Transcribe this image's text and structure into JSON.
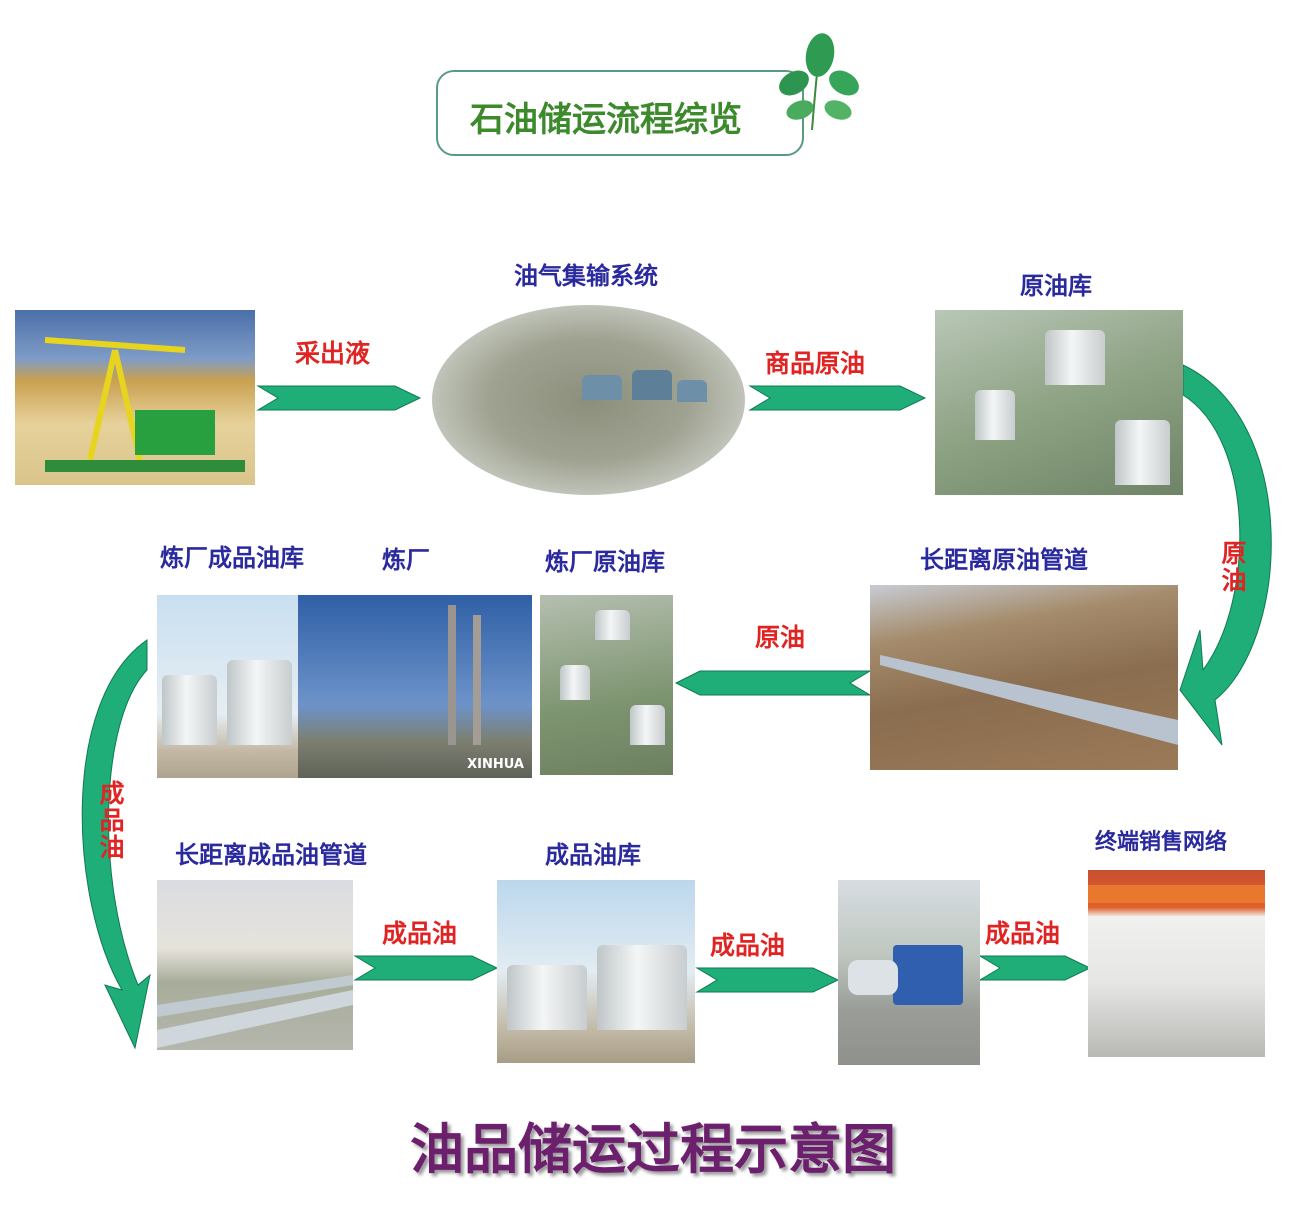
{
  "header": {
    "title": "石油储运流程综览"
  },
  "nodes": {
    "gathering": "油气集输系统",
    "crude_depot": "原油库",
    "long_crude_pipeline": "长距离原油管道",
    "refinery_crude_depot": "炼厂原油库",
    "refinery": "炼厂",
    "refinery_product_depot": "炼厂成品油库",
    "long_product_pipeline": "长距离成品油管道",
    "product_depot": "成品油库",
    "retail_network": "终端销售网络"
  },
  "flows": {
    "produced_fluid": "采出液",
    "commercial_crude": "商品原油",
    "crude_vertical": "原油",
    "crude": "原油",
    "product_vertical": "成品油",
    "product_1": "成品油",
    "product_2": "成品油",
    "product_3": "成品油"
  },
  "watermark": "XINHUA",
  "footer": {
    "title": "油品储运过程示意图"
  },
  "colors": {
    "arrow": "#1fae78",
    "flow_label": "#e02424",
    "node_label": "#2a2a9e",
    "title": "#3c8a2c",
    "footer": "#6c1f6c"
  }
}
